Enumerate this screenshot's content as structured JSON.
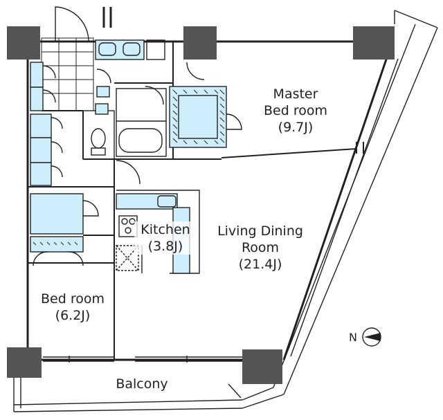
{
  "rooms": {
    "master_bedroom": {
      "name_line1": "Master",
      "name_line2": "Bed room",
      "size": "(9.7J)"
    },
    "living_dining": {
      "name_line1": "Living Dining",
      "name_line2": "Room",
      "size": "(21.4J)"
    },
    "kitchen": {
      "name": "Kitchen",
      "size": "(3.8J)"
    },
    "bedroom": {
      "name": "Bed room",
      "size": "(6.2J)"
    },
    "balcony": {
      "name": "Balcony"
    }
  },
  "compass": {
    "letter": "N"
  },
  "colors": {
    "wall": "#3a3a3a",
    "column": "#555555",
    "fixture_fill": "#cdeefa",
    "line": "#231f20",
    "background": "#ffffff"
  }
}
